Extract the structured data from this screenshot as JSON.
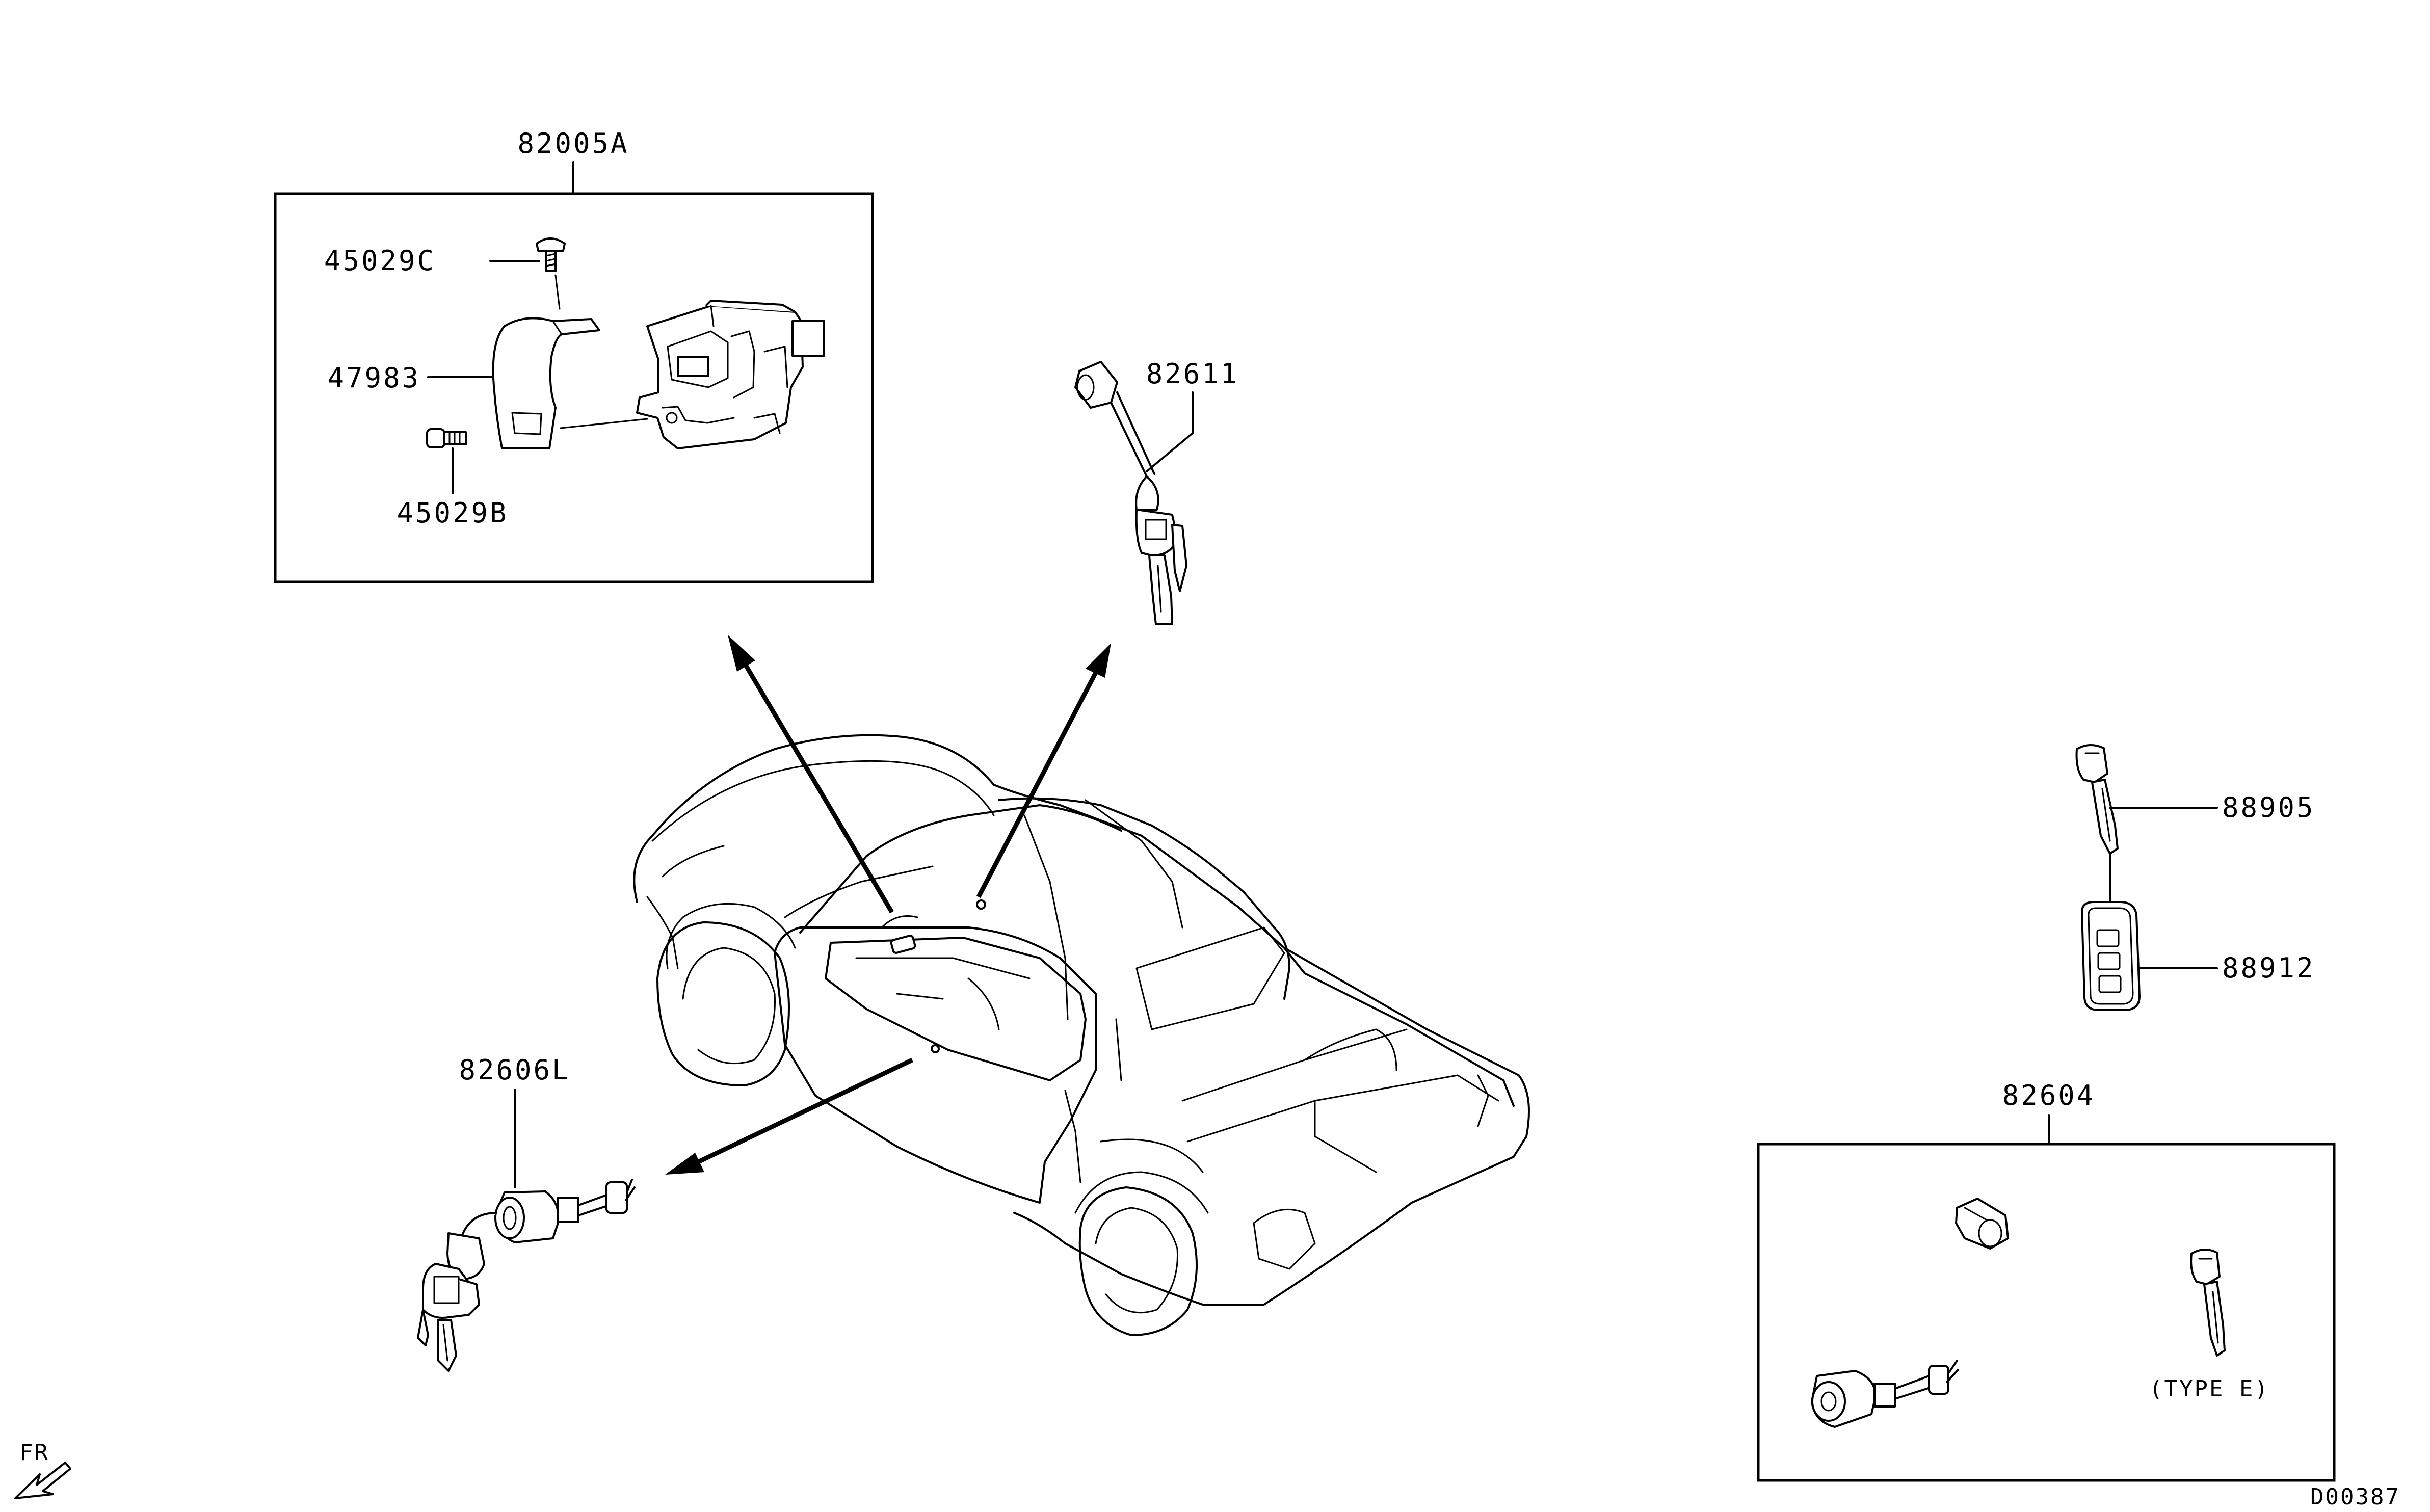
{
  "diagram": {
    "assemblies": {
      "ignition_switch_assembly": "82005A",
      "ignition_key_cylinder": "82611",
      "door_lock_cylinder_left": "82606L",
      "lock_cylinder_set": "82604"
    },
    "parts": {
      "screw_c": "45029C",
      "column_cover": "47983",
      "screw_b": "45029B",
      "emergency_key": "88905",
      "remote_key_fob": "88912"
    },
    "notes": {
      "variant_label": "(TYPE E)",
      "direction_label": "FR",
      "diagram_code": "D00387"
    }
  }
}
